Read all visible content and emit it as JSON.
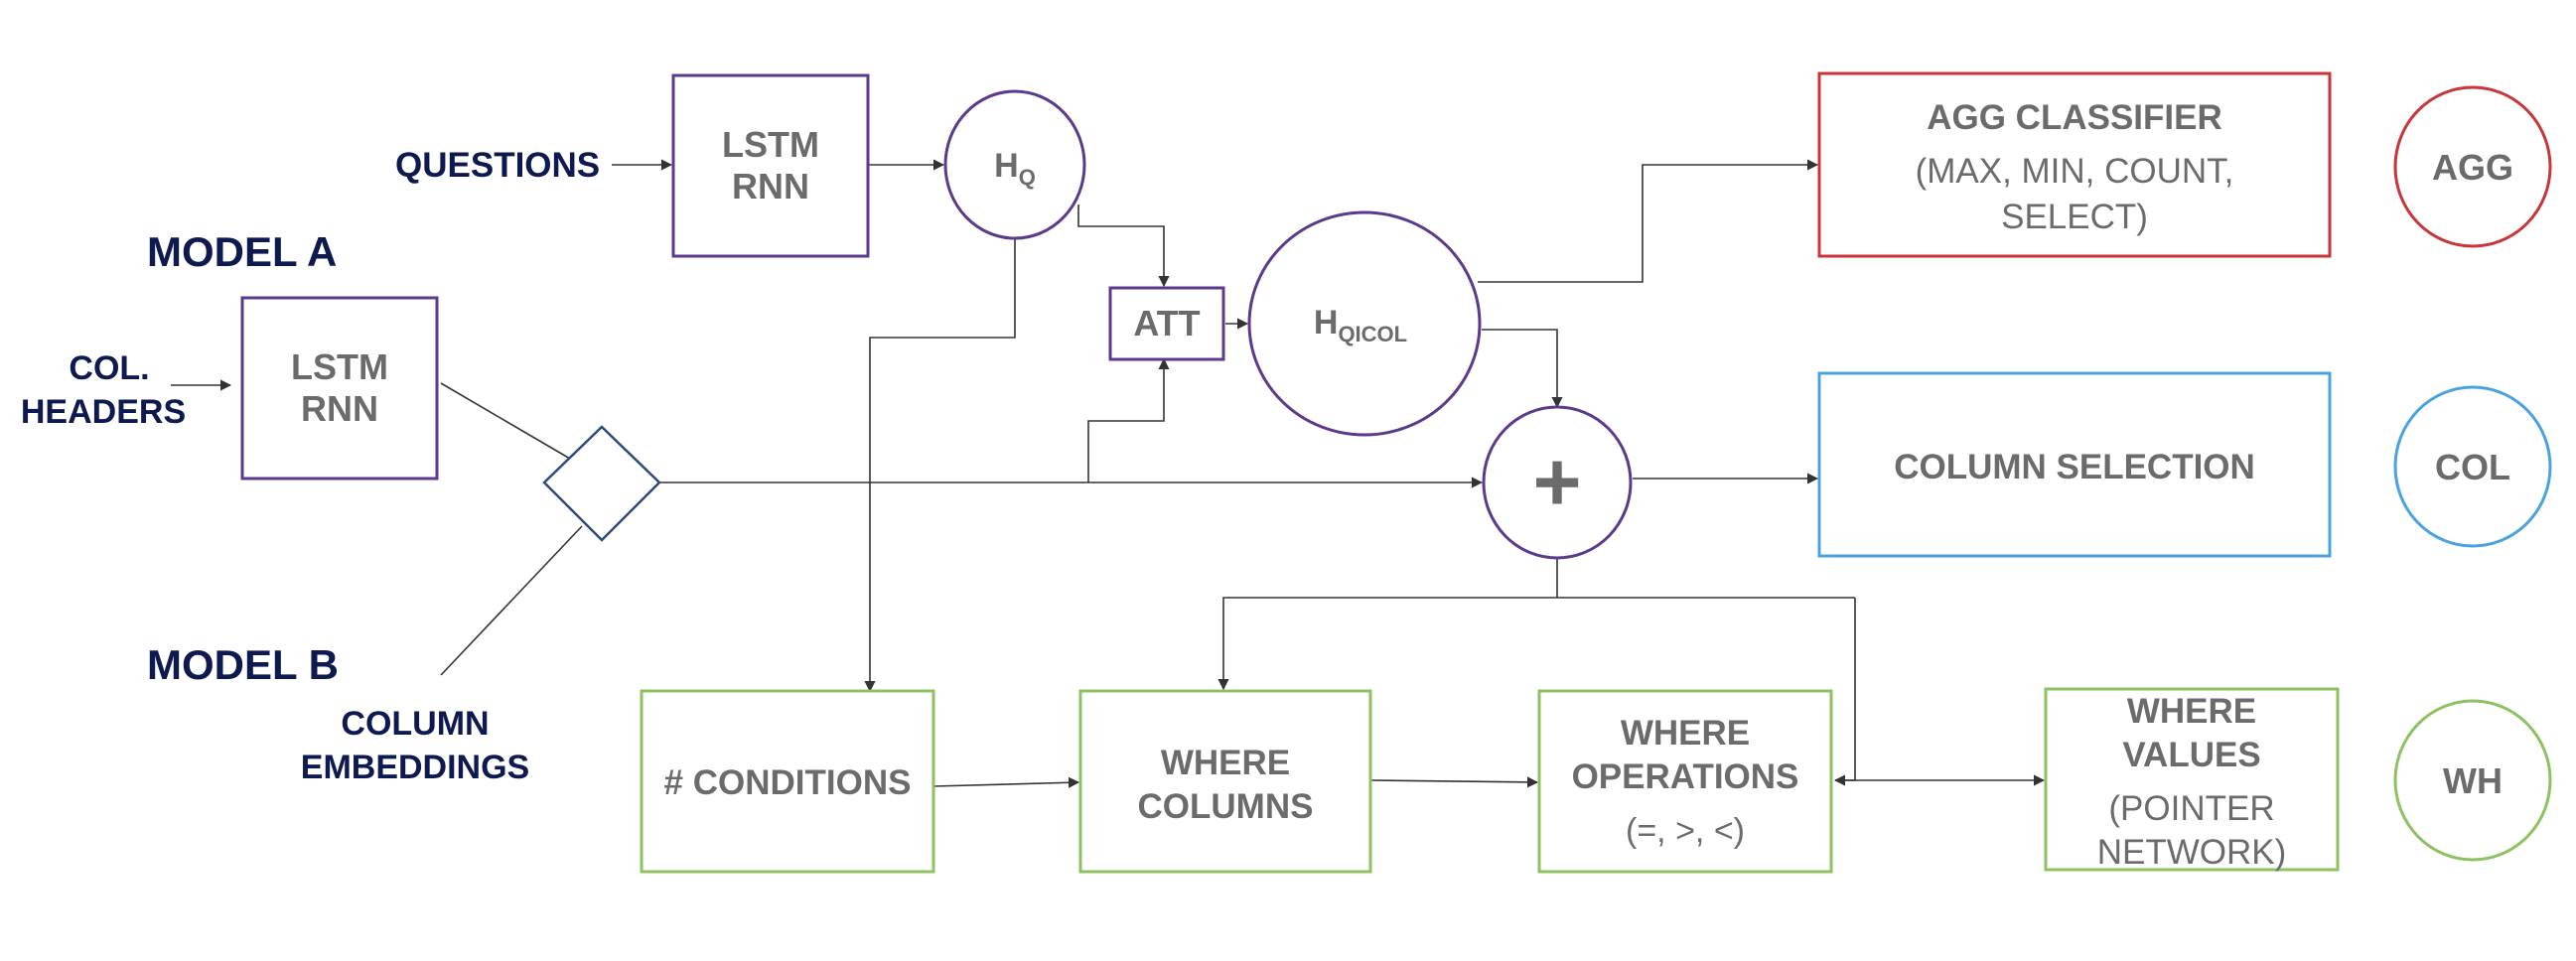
{
  "labels": {
    "model_a": "MODEL A",
    "model_b": "MODEL B",
    "questions": "QUESTIONS",
    "col_headers_l1": "COL.",
    "col_headers_l2": "HEADERS",
    "column_embeddings_l1": "COLUMN",
    "column_embeddings_l2": "EMBEDDINGS"
  },
  "nodes": {
    "lstm_q_l1": "LSTM",
    "lstm_q_l2": "RNN",
    "lstm_c_l1": "LSTM",
    "lstm_c_l2": "RNN",
    "hq_main": "H",
    "hq_sub": "Q",
    "att": "ATT",
    "hqicol_main": "H",
    "hqicol_sub": "QICOL",
    "plus": "+",
    "agg_title": "AGG CLASSIFIER",
    "agg_sub_l1": "(MAX, MIN, COUNT,",
    "agg_sub_l2": "SELECT)",
    "column_selection": "COLUMN SELECTION",
    "conditions": "# CONDITIONS",
    "where_columns_l1": "WHERE",
    "where_columns_l2": "COLUMNS",
    "where_ops_l1": "WHERE",
    "where_ops_l2": "OPERATIONS",
    "where_ops_sub": "(=, >, <)",
    "where_values_l1": "WHERE",
    "where_values_l2": "VALUES",
    "where_values_sub_l1": "(POINTER",
    "where_values_sub_l2": "NETWORK)"
  },
  "outputs": {
    "agg": "AGG",
    "col": "COL",
    "wh": "WH"
  },
  "colors": {
    "navy": "#0e1a4f",
    "purple": "#5b3a8c",
    "red": "#c8363b",
    "blue": "#4aa3df",
    "green": "#8dc162",
    "gray_text": "#6b6b6b",
    "line": "#333333"
  }
}
